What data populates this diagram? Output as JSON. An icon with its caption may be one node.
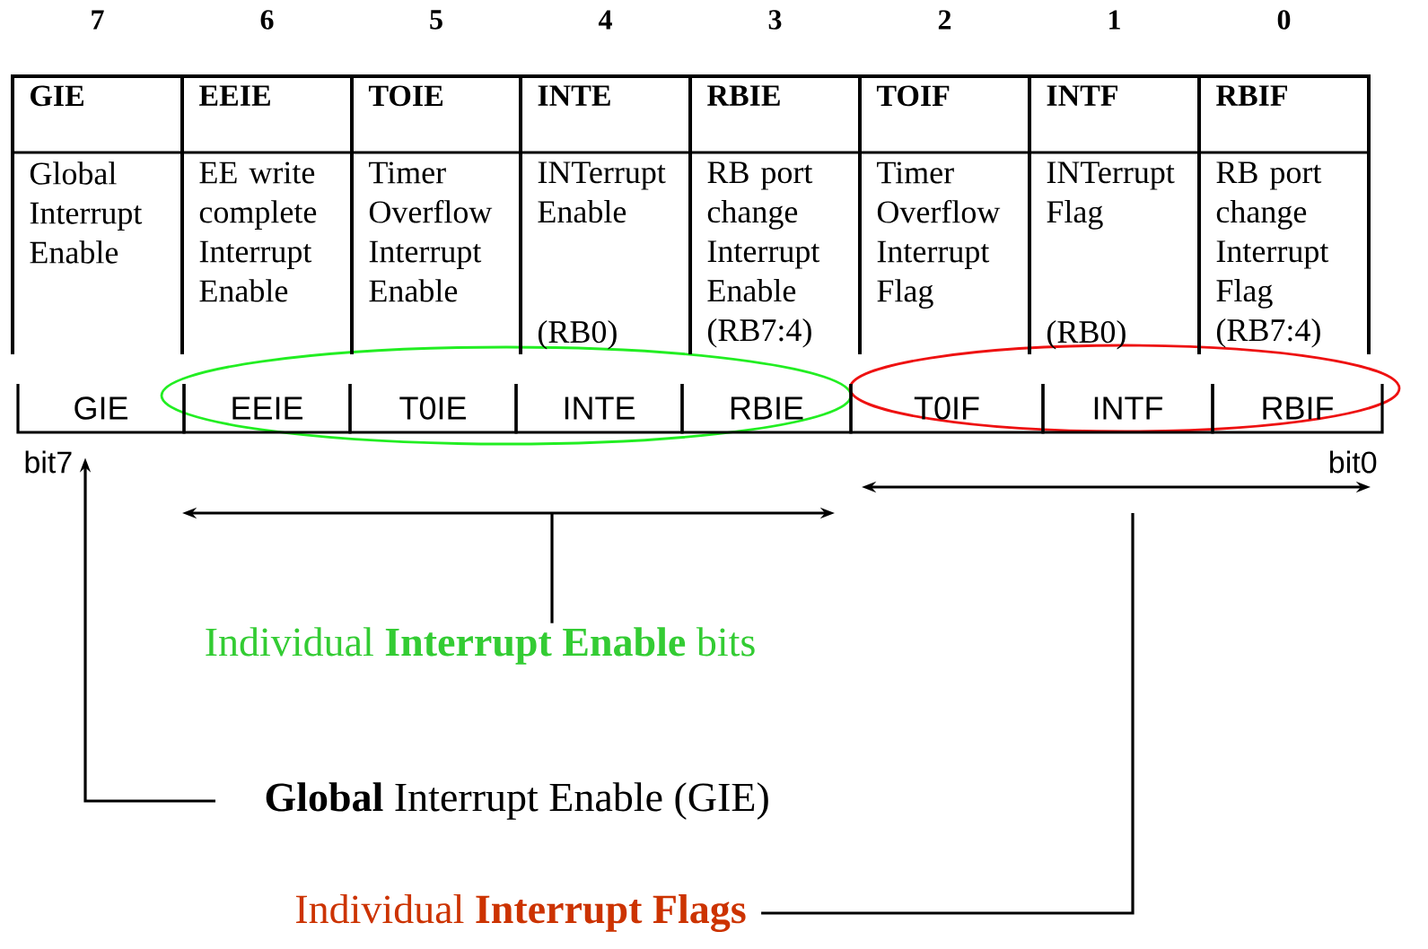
{
  "diagram": {
    "nodes": [
      {
        "text": [
          "GIE",
          "Global Interrupt Enable"
        ],
        "beside": [
          "7"
        ]
      },
      {
        "text": [
          "EEIE",
          "EE write complete Interrupt Enable"
        ],
        "beside": [
          "6"
        ]
      },
      {
        "text": [
          "TOIE",
          "Timer Overflow Interrupt Enable"
        ],
        "beside": [
          "5"
        ]
      },
      {
        "text": [
          "INTE",
          "INTerrupt Enable",
          "(RB0)"
        ],
        "beside": [
          "4"
        ]
      },
      {
        "text": [
          "RBIE",
          "RB port change Interrupt Enable (RB7:4)"
        ],
        "beside": [
          "3"
        ]
      },
      {
        "text": [
          "TOIF",
          "Timer Overflow Interrupt Flag"
        ],
        "beside": [
          "2"
        ]
      },
      {
        "text": [
          "INTF",
          "INTerrupt Flag",
          "(RB0)"
        ],
        "beside": [
          "1"
        ]
      },
      {
        "text": [
          "RBIF",
          "RB port change Interrupt Flag (RB7:4)"
        ],
        "beside": [
          "0"
        ]
      },
      {
        "text": [
          "GIE"
        ]
      },
      {
        "text": [
          "EEIE"
        ]
      },
      {
        "text": [
          "T0IE"
        ]
      },
      {
        "text": [
          "INTE"
        ]
      },
      {
        "text": [
          "RBIE"
        ]
      },
      {
        "text": [
          "T0IF"
        ]
      },
      {
        "text": [
          "INTF"
        ]
      },
      {
        "text": [
          "RBIF"
        ]
      },
      {
        "text": [
          "Individual **Interrupt Enable** bits"
        ]
      },
      {
        "text": [
          "**Global** Interrupt Enable (GIE)"
        ]
      },
      {
        "text": [
          "Individual **Interrupt Flags**"
        ]
      }
    ],
    "edges": [
      {
        "from": 16,
        "to": null,
        "arrow": "none"
      },
      {
        "from": 17,
        "to": 8,
        "arrow": "to"
      },
      {
        "from": 18,
        "to": null,
        "arrow": "none"
      }
    ],
    "labels": [
      "bit7",
      "bit0"
    ]
  }
}
